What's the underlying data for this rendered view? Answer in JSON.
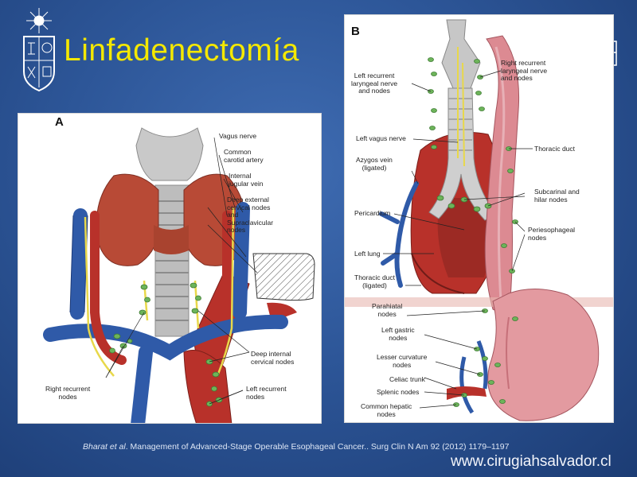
{
  "slide": {
    "title": "Linfadenectomía",
    "website": "www.cirugiahsalvador.cl",
    "citation": {
      "authors": "Bharat et al",
      "rest": ". Management of Advanced-Stage Operable Esophageal Cancer.. Surg Clin N Am 92 (2012) 1179–1197"
    }
  },
  "panel_a": {
    "letter": "A",
    "labels": {
      "vagus": "Vagus nerve",
      "carotid": "Common\ncarotid artery",
      "jugular": "Internal\njugular vein",
      "deep_external": "Deep external\ncervical nodes\nand\nSupraclavicular\nnodes",
      "deep_internal": "Deep internal\ncervical nodes",
      "right_recurrent": "Right recurrent\nnodes",
      "left_recurrent": "Left recurrent\nnodes"
    }
  },
  "panel_b": {
    "letter": "B",
    "labels": {
      "left_recurrent": "Left recurrent\nlaryngeal nerve\nand nodes",
      "right_recurrent": "Right recurrent\nlaryngeal nerve\nand nodes",
      "left_vagus": "Left vagus nerve",
      "thoracic_duct": "Thoracic duct",
      "azygos": "Azygos vein\n(ligated)",
      "subcarinal": "Subcarinal and\nhilar nodes",
      "pericardium": "Pericardium",
      "periesophageal": "Periesophageal\nnodes",
      "left_lung": "Left lung",
      "thoracic_duct_ligated": "Thoracic duct\n(ligated)",
      "parahiatal": "Parahiatal\nnodes",
      "left_gastric": "Left gastric\nnodes",
      "lesser_curvature": "Lesser curvature\nnodes",
      "celiac": "Celiac trunk",
      "splenic": "Splenic nodes",
      "common_hepatic": "Common hepatic\nnodes"
    }
  },
  "colors": {
    "title": "#f4e800",
    "background": "#2d5698",
    "vein": "#2f5aa8",
    "artery": "#b8312a",
    "thyroid": "#b84a36",
    "node": "#6db45a",
    "nerve": "#e8d84a"
  }
}
